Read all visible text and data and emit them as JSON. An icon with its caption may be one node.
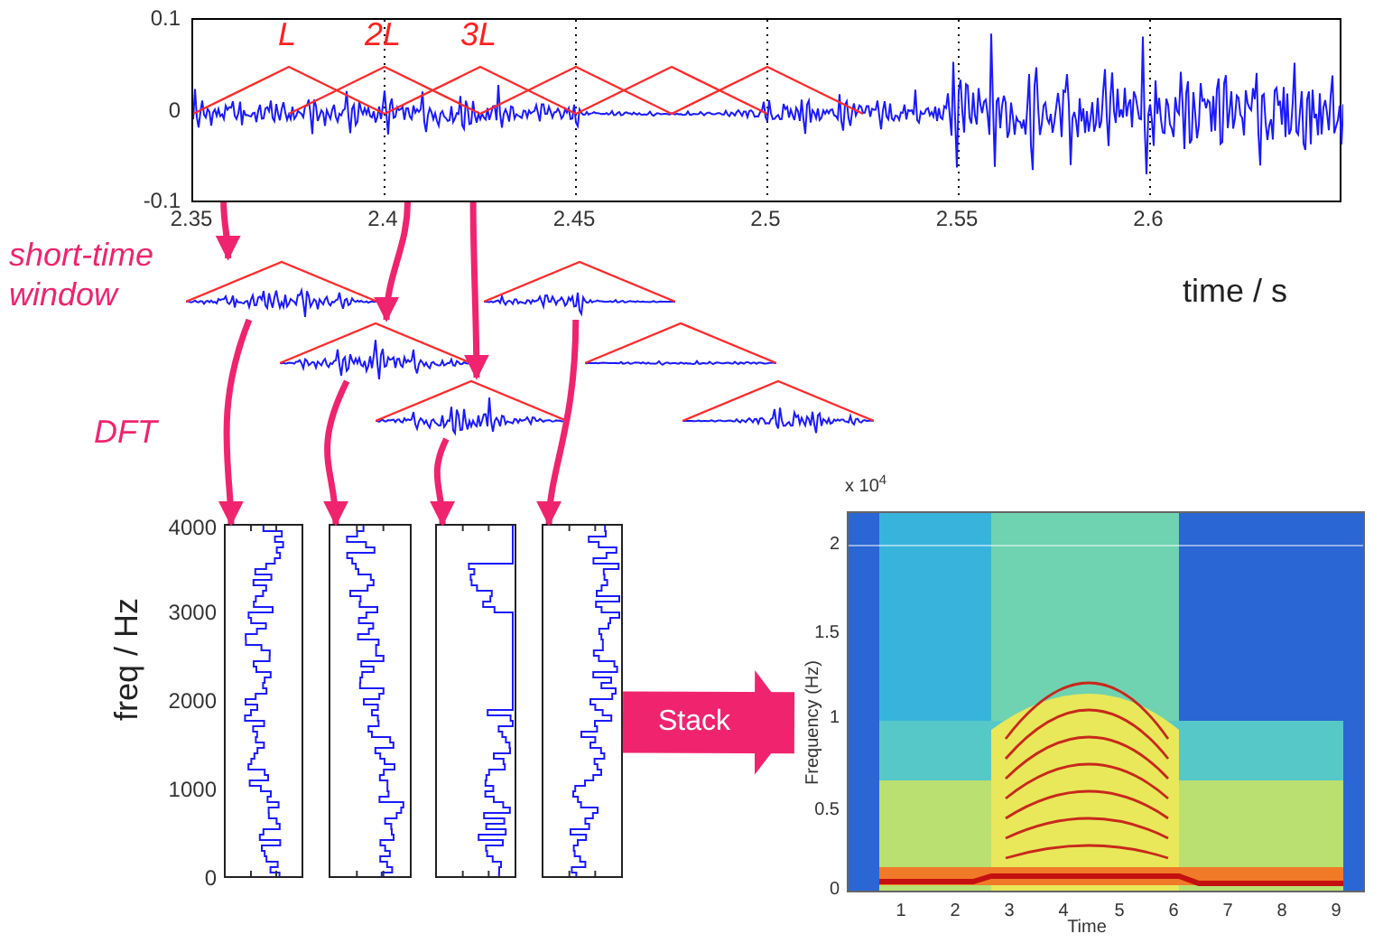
{
  "diagram": {
    "nodes": [
      {
        "text": [],
        "shape": "picture"
      },
      {
        "text": [],
        "shape": "picture"
      },
      {
        "text": [],
        "shape": "picture"
      },
      {
        "text": [],
        "shape": "picture"
      },
      {
        "text": [],
        "shape": "picture"
      },
      {
        "text": [],
        "shape": "picture"
      },
      {
        "text": [],
        "shape": "picture"
      },
      {
        "text": [],
        "shape": "picture"
      },
      {
        "text": [],
        "shape": "picture"
      },
      {
        "text": [],
        "shape": "picture"
      },
      {
        "text": [],
        "shape": "picture"
      },
      {
        "text": [],
        "shape": "picture"
      }
    ],
    "edges": [
      {
        "from": 0,
        "to": 1,
        "arrow": "to"
      },
      {
        "from": 0,
        "to": 3,
        "arrow": "to"
      },
      {
        "from": 0,
        "to": 5,
        "arrow": "to"
      },
      {
        "from": 1,
        "to": 7,
        "arrow": "to"
      },
      {
        "from": 3,
        "to": 8,
        "arrow": "to"
      },
      {
        "from": 5,
        "to": 9,
        "arrow": "to"
      },
      {
        "from": 2,
        "to": 10,
        "arrow": "to"
      },
      {
        "from": 10,
        "to": 11,
        "arrow": "to",
        "label": "Stack",
        "style": "thick"
      }
    ],
    "labels": [
      "0.1",
      "0",
      "-0.1",
      "2.35",
      "2.4",
      "2.45",
      "2.5",
      "2.55",
      "2.6",
      "time / s",
      "L",
      "2L",
      "3L",
      "short-time window",
      "DFT",
      "4000",
      "3000",
      "2000",
      "1000",
      "0",
      "freq / Hz",
      "x 10$^{4}$",
      "2",
      "1.5",
      "1",
      "0.5",
      "0",
      "1",
      "2",
      "3",
      "4",
      "5",
      "6",
      "7",
      "8",
      "9",
      "Frequency (Hz)",
      "Time"
    ]
  }
}
